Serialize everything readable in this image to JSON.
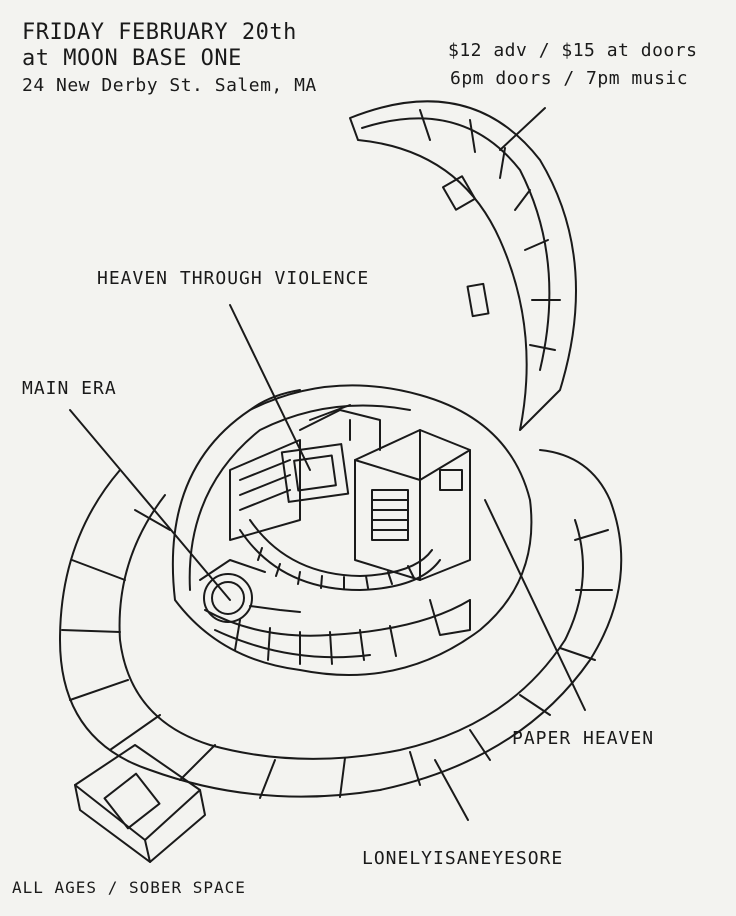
{
  "header": {
    "date_line": "FRIDAY FEBRUARY 20th",
    "venue_line": "at MOON BASE ONE",
    "address_line": "24 New Derby St. Salem, MA"
  },
  "pricing": {
    "price_line": "$12 adv / $15 at doors",
    "time_line": "6pm doors / 7pm music"
  },
  "bands": {
    "heaven_through_violence": "HEAVEN THROUGH VIOLENCE",
    "main_era": "MAIN ERA",
    "paper_heaven": "PAPER HEAVEN",
    "lonelyisaneyesore": "LONELYISANEYESORE"
  },
  "footer": {
    "policy": "ALL AGES / SOBER SPACE"
  },
  "colors": {
    "paper": "#f3f3f0",
    "ink": "#1a1a1a"
  },
  "artwork": {
    "icon": "space-station-illustration-icon"
  }
}
